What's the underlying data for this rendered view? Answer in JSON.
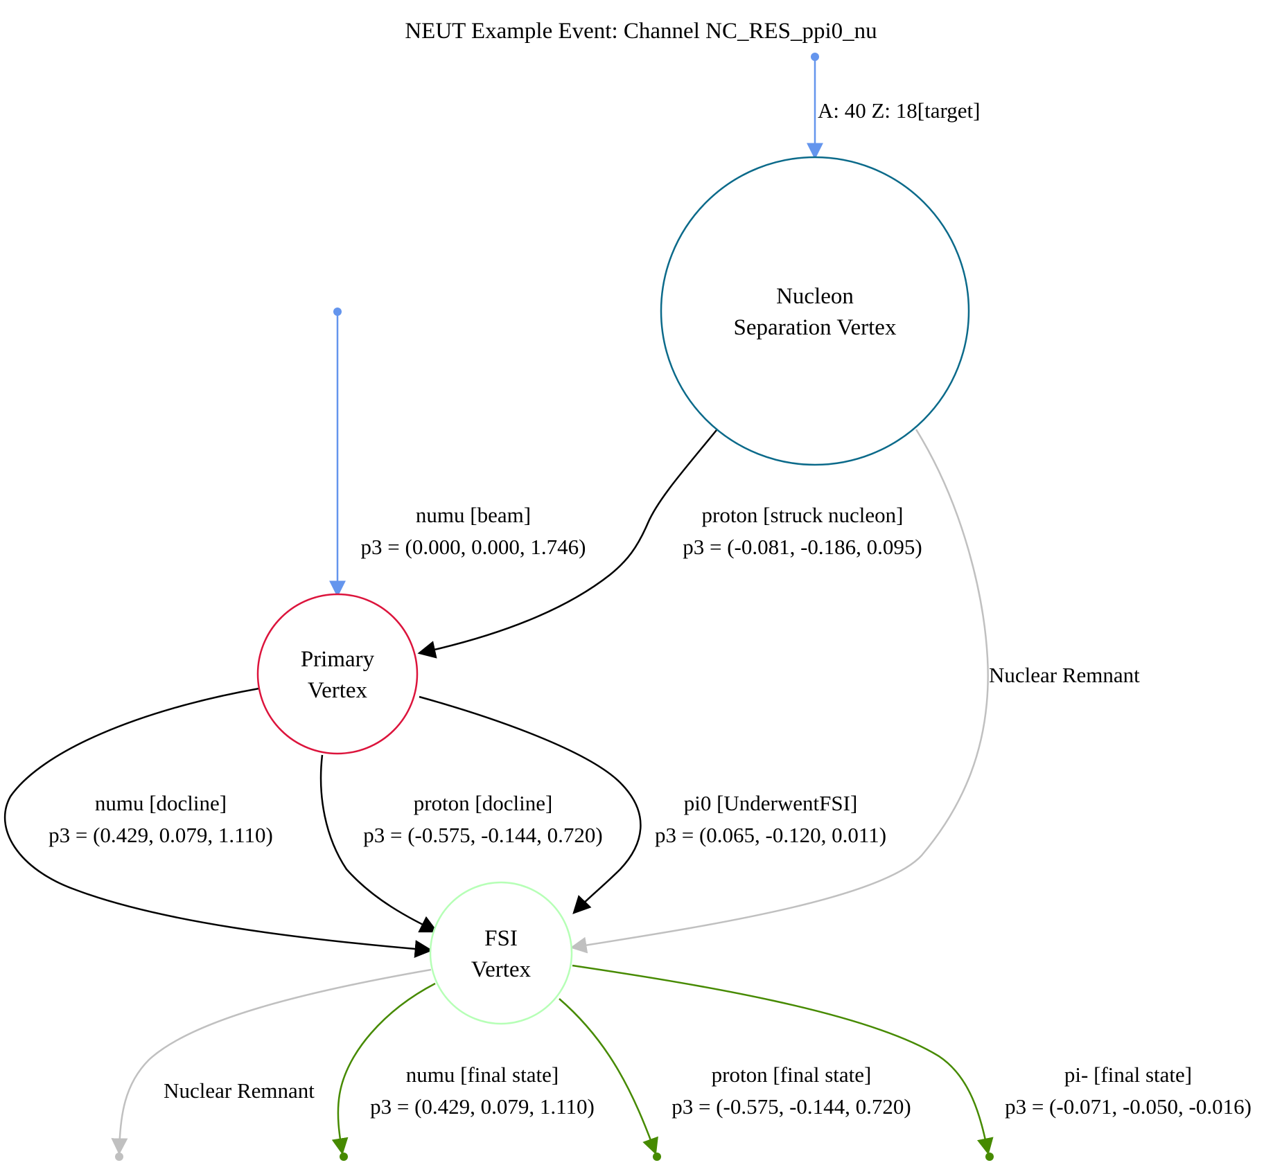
{
  "title": "NEUT Example Event: Channel NC_RES_ppi0_nu",
  "colors": {
    "beam": "#6495ED",
    "nucleon_vertex": "#0B6A8A",
    "primary_vertex": "#DC143C",
    "fsi_vertex": "#B6FFB6",
    "internal_edge": "#000000",
    "remnant_edge": "#C0C0C0",
    "final_state_edge": "#468A00"
  },
  "nodes": {
    "nucleon_separation": [
      "Nucleon",
      "Separation Vertex"
    ],
    "primary": [
      "Primary",
      "Vertex"
    ],
    "fsi": [
      "FSI",
      "Vertex"
    ]
  },
  "edges": {
    "target": [
      "A: 40 Z: 18[target]"
    ],
    "beam": [
      "numu [beam]",
      "p3 = (0.000, 0.000, 1.746)"
    ],
    "struck_nucleon": [
      "proton [struck nucleon]",
      "p3 = (-0.081, -0.186, 0.095)"
    ],
    "nuclear_remnant_top": [
      "Nuclear Remnant"
    ],
    "numu_docline": [
      "numu [docline]",
      "p3 = (0.429, 0.079, 1.110)"
    ],
    "proton_docline": [
      "proton [docline]",
      "p3 = (-0.575, -0.144, 0.720)"
    ],
    "pi0_fsi": [
      "pi0 [UnderwentFSI]",
      "p3 = (0.065, -0.120, 0.011)"
    ],
    "nuclear_remnant_bottom": [
      "Nuclear Remnant"
    ],
    "numu_final": [
      "numu [final state]",
      "p3 = (0.429, 0.079, 1.110)"
    ],
    "proton_final": [
      "proton [final state]",
      "p3 = (-0.575, -0.144, 0.720)"
    ],
    "pi_minus_final": [
      "pi- [final state]",
      "p3 = (-0.071, -0.050, -0.016)"
    ]
  }
}
